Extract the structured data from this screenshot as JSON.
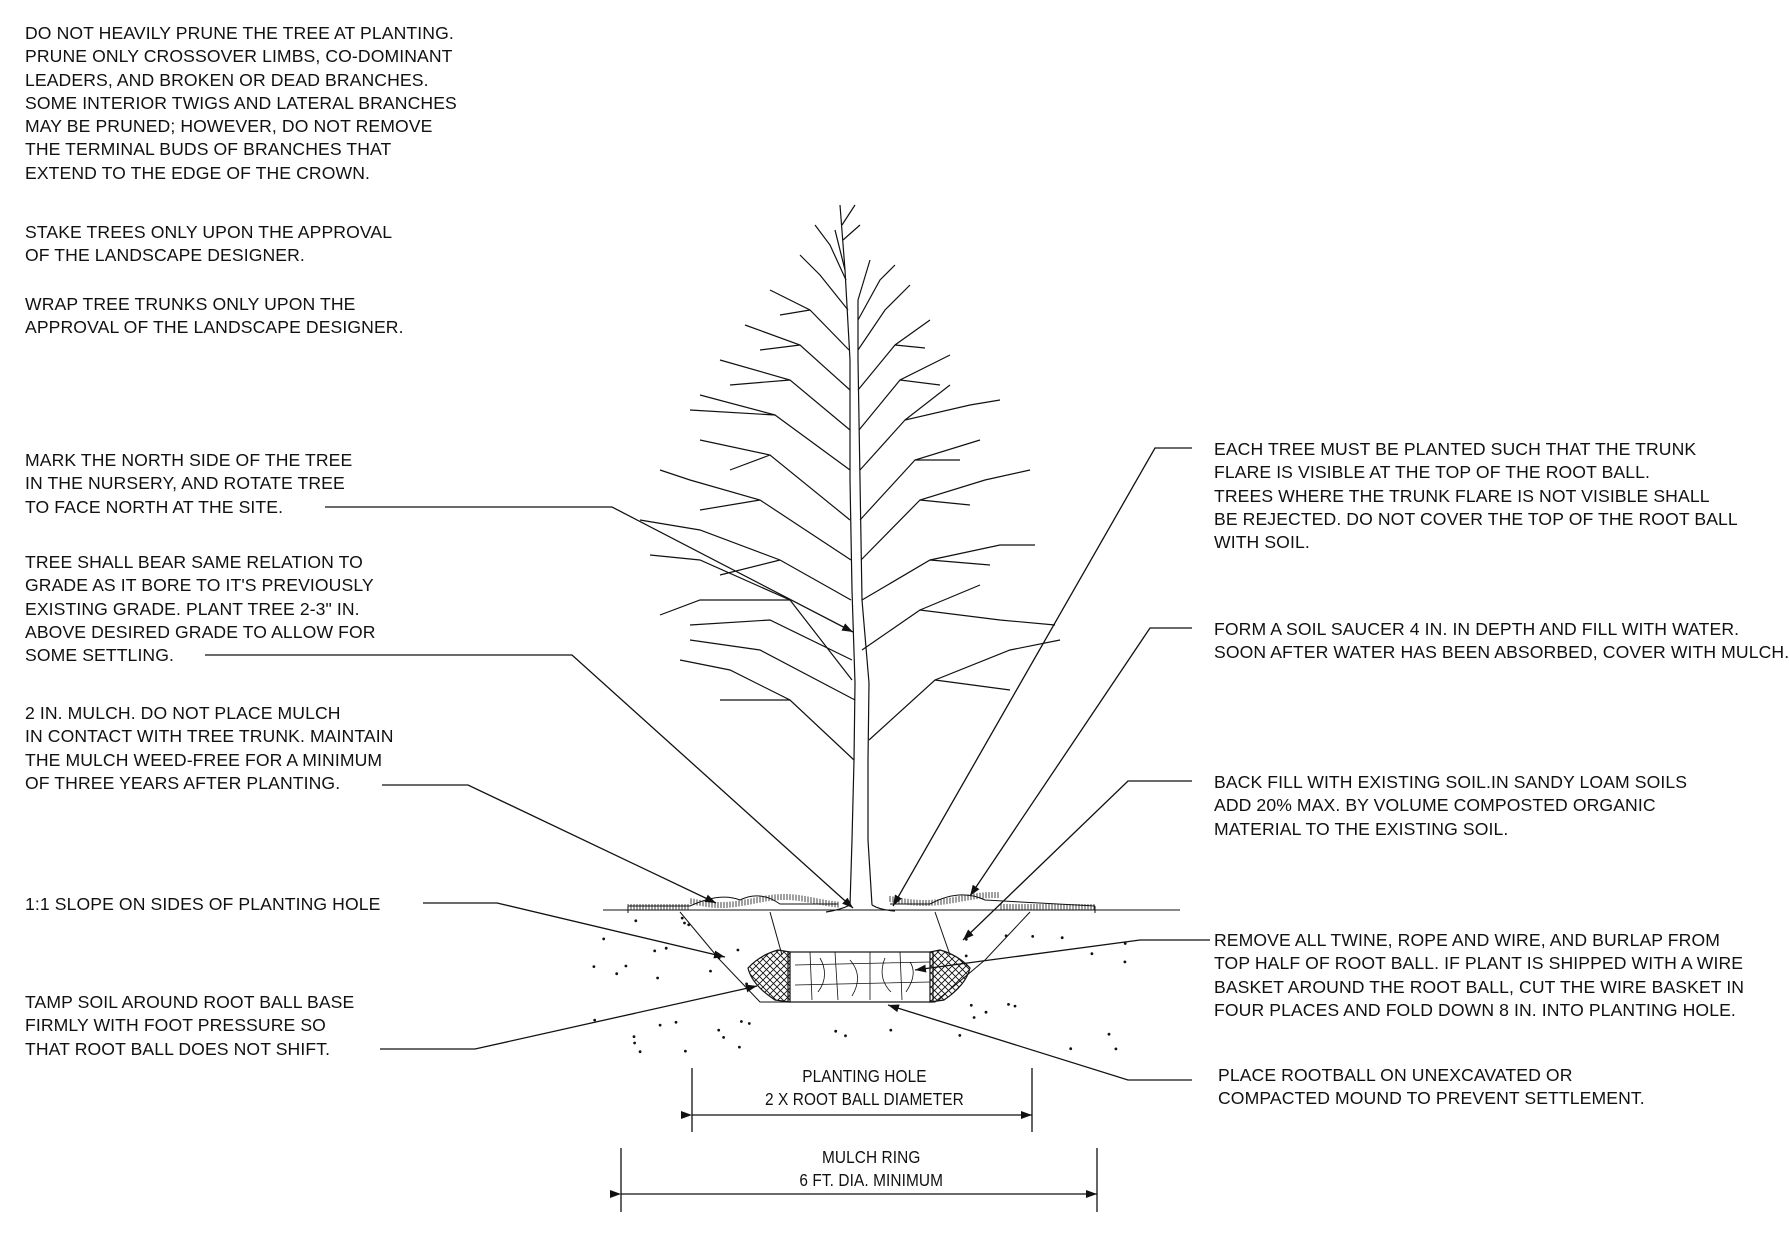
{
  "notes": {
    "prune": "DO NOT HEAVILY PRUNE THE TREE AT PLANTING.\nPRUNE ONLY CROSSOVER LIMBS, CO-DOMINANT\nLEADERS, AND BROKEN OR DEAD BRANCHES.\nSOME INTERIOR TWIGS AND LATERAL BRANCHES\nMAY BE PRUNED; HOWEVER, DO NOT REMOVE\nTHE TERMINAL BUDS OF BRANCHES THAT\nEXTEND TO THE EDGE OF THE CROWN.",
    "stake": "STAKE TREES ONLY UPON THE APPROVAL\nOF THE LANDSCAPE DESIGNER.",
    "wrap": "WRAP TREE TRUNKS ONLY UPON THE\nAPPROVAL OF THE LANDSCAPE DESIGNER.",
    "mark_north": "MARK THE NORTH SIDE OF THE TREE\nIN THE NURSERY, AND ROTATE TREE\nTO FACE NORTH AT THE SITE.",
    "grade": "TREE SHALL BEAR SAME RELATION TO\nGRADE AS IT BORE TO IT'S PREVIOUSLY\nEXISTING GRADE. PLANT TREE 2-3\" IN.\nABOVE DESIRED GRADE TO ALLOW FOR\nSOME SETTLING.",
    "mulch": "2 IN. MULCH. DO NOT PLACE MULCH\nIN CONTACT WITH TREE TRUNK. MAINTAIN\nTHE MULCH WEED-FREE FOR A MINIMUM\nOF THREE YEARS AFTER PLANTING.",
    "slope": "1:1 SLOPE ON SIDES OF PLANTING HOLE",
    "tamp": "TAMP SOIL AROUND ROOT BALL BASE\nFIRMLY WITH FOOT PRESSURE SO\nTHAT ROOT BALL DOES NOT SHIFT.",
    "trunk_flare": "EACH TREE MUST BE PLANTED SUCH THAT THE TRUNK\nFLARE IS VISIBLE AT THE TOP OF THE ROOT BALL.\nTREES WHERE THE TRUNK FLARE IS NOT VISIBLE SHALL\nBE REJECTED. DO NOT COVER THE TOP OF THE ROOT BALL\nWITH SOIL.",
    "saucer": "FORM A SOIL SAUCER 4 IN. IN DEPTH AND FILL WITH WATER.\nSOON AFTER WATER HAS BEEN ABSORBED, COVER WITH MULCH.",
    "backfill": "BACK FILL WITH EXISTING SOIL.IN SANDY LOAM SOILS\nADD 20% MAX. BY VOLUME COMPOSTED ORGANIC\nMATERIAL TO THE EXISTING SOIL.",
    "remove_twine": "REMOVE ALL TWINE, ROPE AND WIRE, AND BURLAP FROM\nTOP HALF OF ROOT BALL. IF PLANT IS SHIPPED WITH A WIRE\nBASKET AROUND THE ROOT BALL, CUT THE WIRE BASKET IN\nFOUR PLACES AND FOLD DOWN 8 IN. INTO PLANTING HOLE.",
    "rootball_mound": "PLACE ROOTBALL ON UNEXCAVATED OR\nCOMPACTED MOUND TO PREVENT SETTLEMENT."
  },
  "dimensions": {
    "planting_hole": "PLANTING HOLE\n2 X ROOT BALL DIAMETER",
    "mulch_ring": "MULCH RING\n6 FT. DIA. MINIMUM"
  }
}
